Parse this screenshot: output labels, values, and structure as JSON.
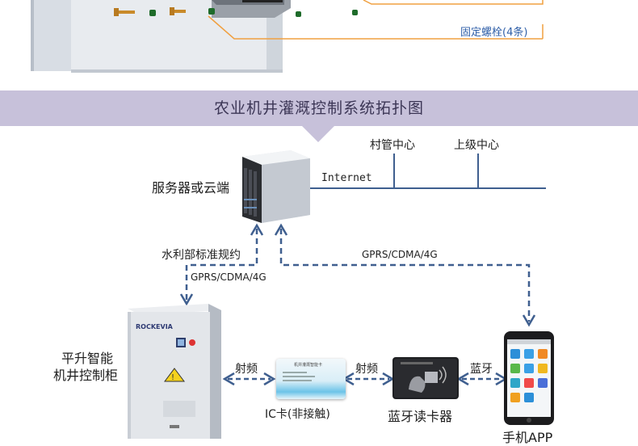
{
  "top_section": {
    "bolt_label": "固定螺栓(4条)"
  },
  "banner": {
    "title": "农业机井灌溉控制系统拓扑图"
  },
  "labels": {
    "server": "服务器或云端",
    "internet": "Internet",
    "village_center": "村管中心",
    "upper_center": "上级中心",
    "water_standard": "水利部标准规约",
    "gprs_left": "GPRS/CDMA/4G",
    "gprs_top": "GPRS/CDMA/4G",
    "controller_line1": "平升智能",
    "controller_line2": "机井控制柜",
    "rf_left": "射频",
    "rf_right": "射频",
    "bluetooth": "蓝牙",
    "ic_card": "IC卡(非接触)",
    "reader": "蓝牙读卡器",
    "phone_app": "手机APP"
  },
  "device_text": {
    "cabinet_brand": "ROCKEVIA",
    "ic_card_title": "机井灌溉智能卡"
  },
  "colors": {
    "banner": "#c7c1da",
    "connector": "#3f5f8f",
    "bolt_line": "#f0a040",
    "bolt_label": "#2f5fa8"
  }
}
